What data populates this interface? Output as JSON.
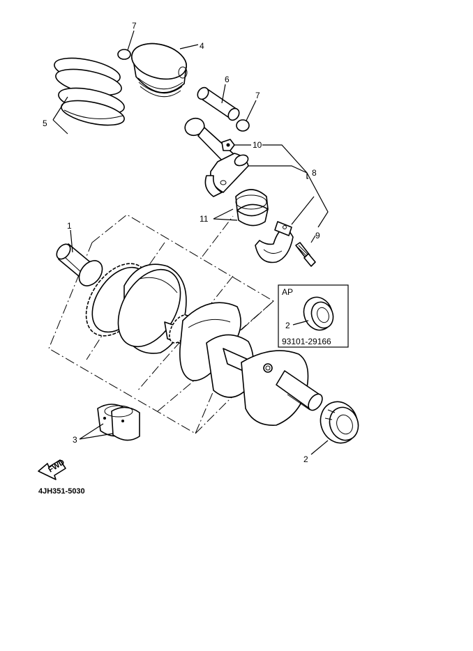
{
  "diagram_code": "4JH351-5030",
  "callouts": {
    "c1": "1",
    "c2_main": "2",
    "c2_inset": "2",
    "c3": "3",
    "c4": "4",
    "c5": "5",
    "c6": "6",
    "c7_top": "7",
    "c7_right": "7",
    "c8": "8",
    "c9": "9",
    "c10": "10",
    "c11": "11"
  },
  "inset": {
    "title": "AP",
    "part_number": "93101-29166"
  },
  "fwd_label": "FWD"
}
